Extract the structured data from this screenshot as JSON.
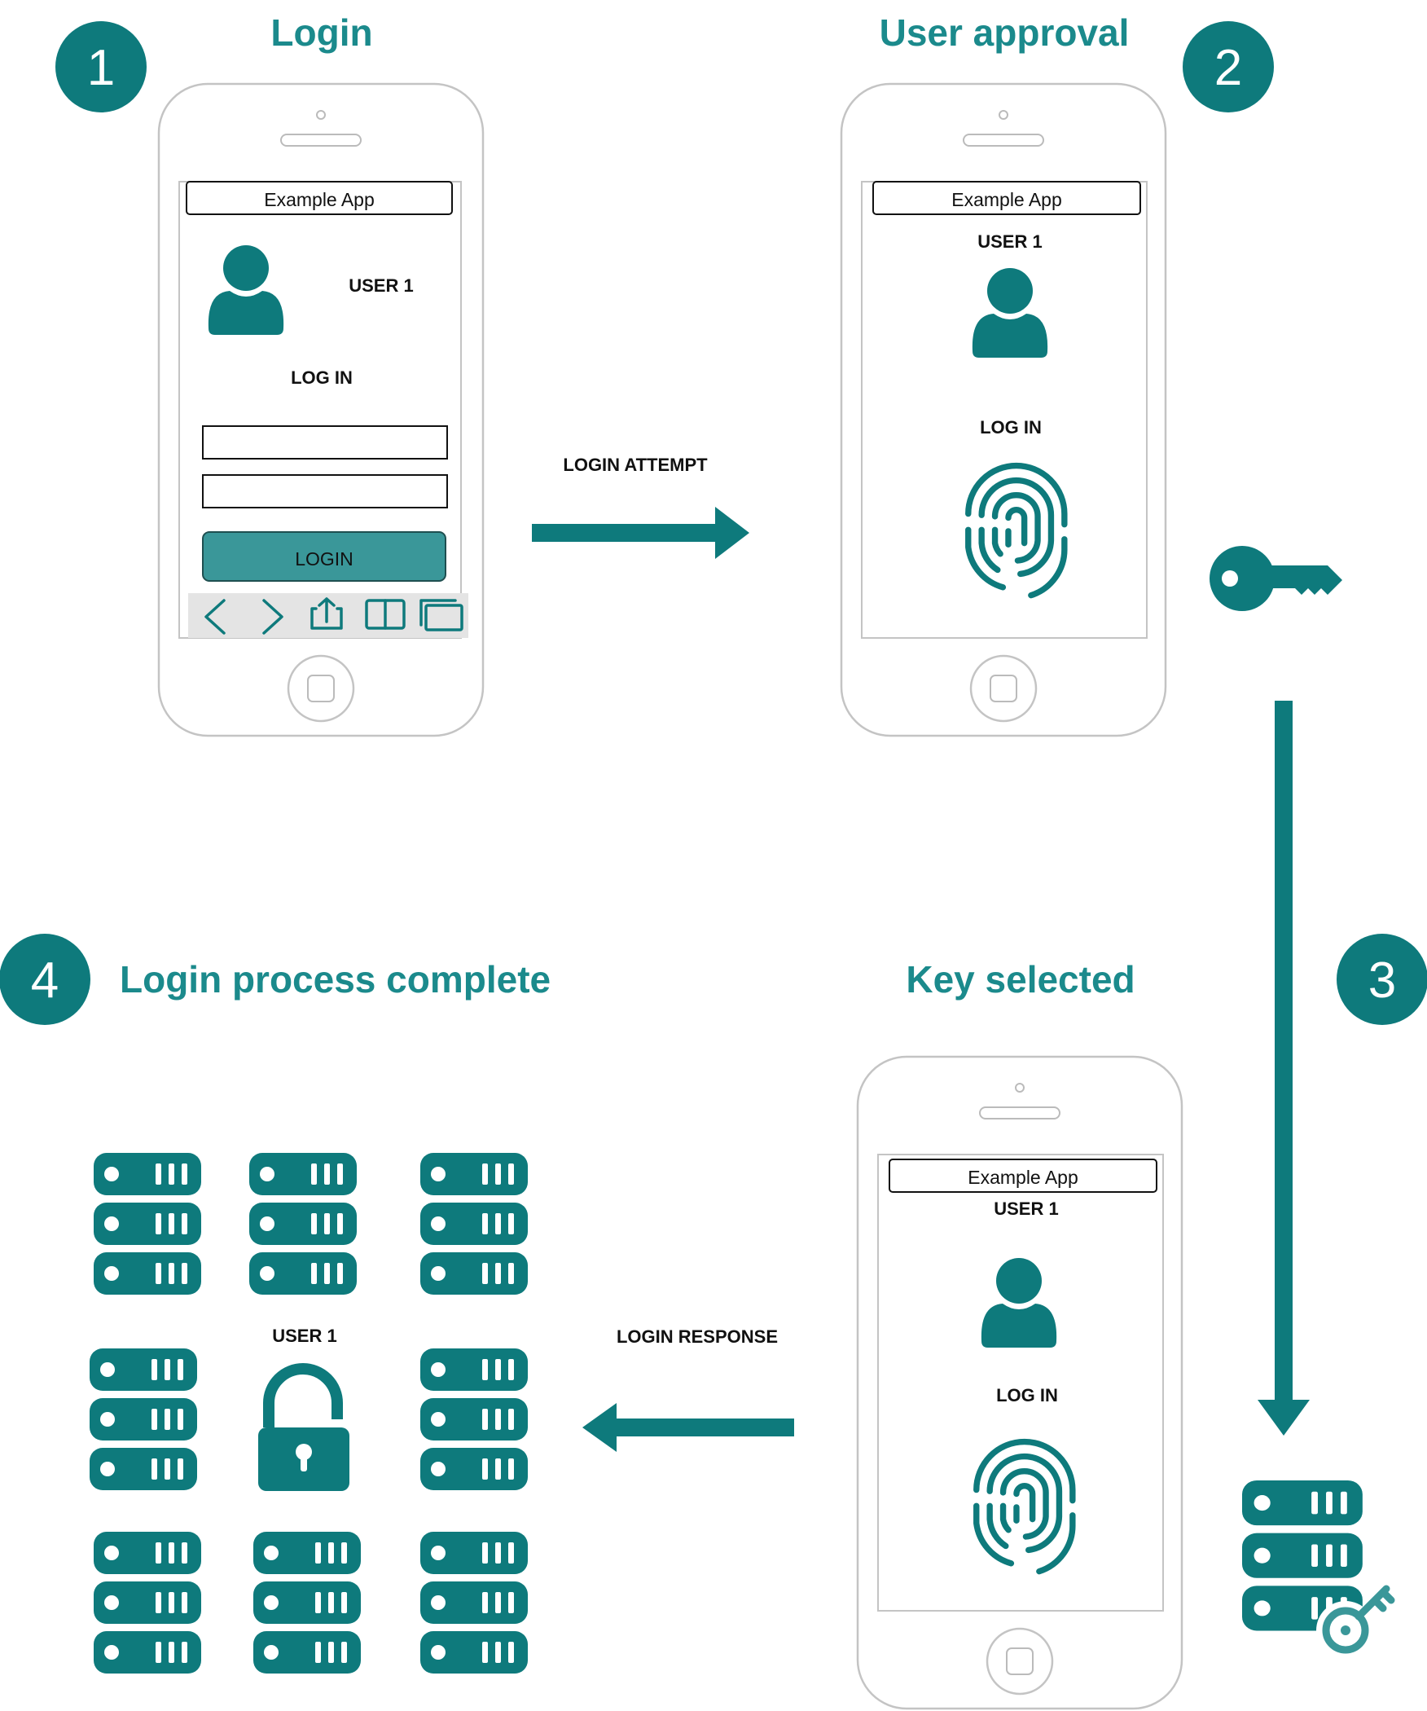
{
  "colors": {
    "teal": "#0e7a7c",
    "title_teal": "#1b8a8c",
    "login_button": "#3a9799",
    "phone_outline": "#c4c4c4"
  },
  "steps": [
    {
      "number": "1",
      "title": "Login"
    },
    {
      "number": "2",
      "title": "User approval"
    },
    {
      "number": "3",
      "title": "Key selected"
    },
    {
      "number": "4",
      "title": "Login process complete"
    }
  ],
  "phone1": {
    "app_title": "Example App",
    "user": "USER 1",
    "heading": "LOG IN",
    "username_value": "",
    "password_value": "",
    "login_button": "LOGIN",
    "toolbar_icons": [
      "back-icon",
      "forward-icon",
      "share-icon",
      "book-icon",
      "tabs-icon"
    ]
  },
  "phone2": {
    "app_title": "Example App",
    "user": "USER 1",
    "heading": "LOG IN",
    "icons": [
      "user-icon",
      "fingerprint-icon"
    ]
  },
  "phone3": {
    "app_title": "Example App",
    "user": "USER 1",
    "heading": "LOG IN",
    "icons": [
      "user-icon",
      "fingerprint-icon"
    ]
  },
  "arrows": {
    "login_attempt": "LOGIN ATTEMPT",
    "login_response": "LOGIN RESPONSE"
  },
  "server_cluster": {
    "user": "USER 1",
    "center_icon": "unlocked-padlock-icon",
    "server_icon": "server-stack-icon"
  },
  "other_icons": [
    "key-icon",
    "server-with-key-icon"
  ]
}
